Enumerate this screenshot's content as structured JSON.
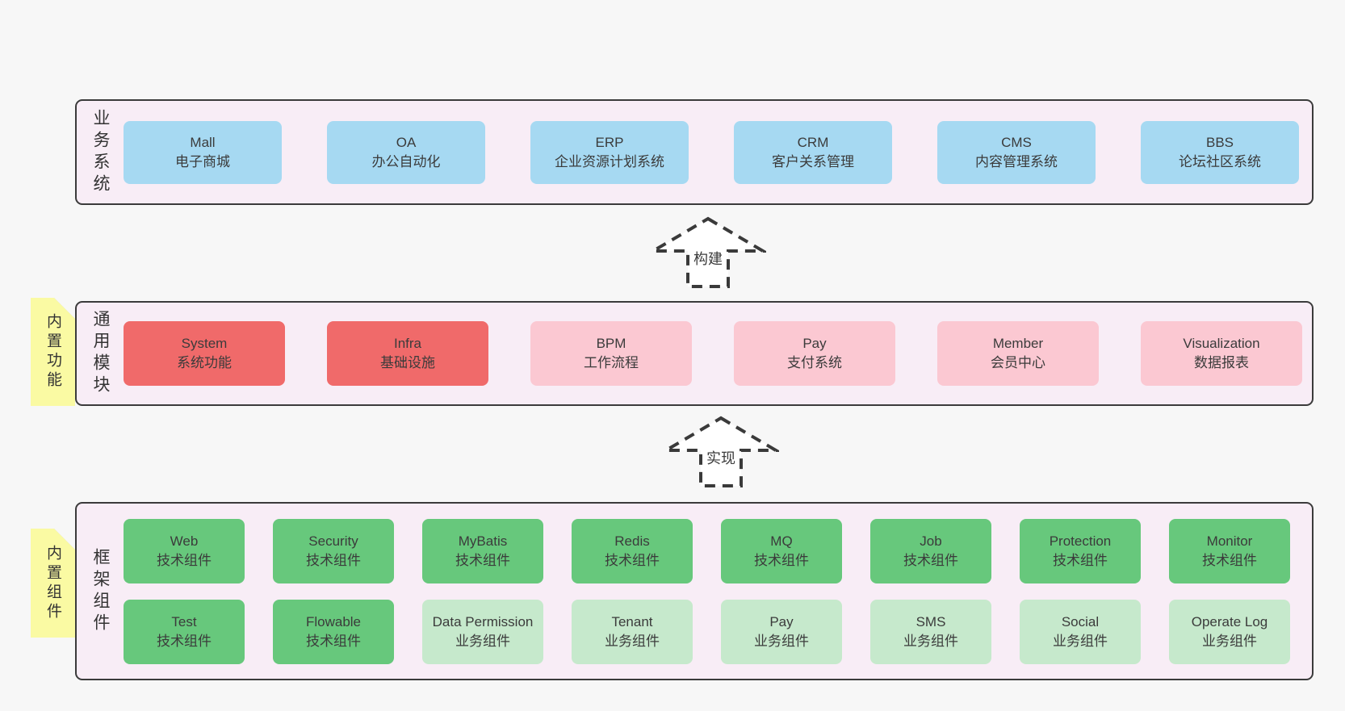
{
  "colors": {
    "page_background": "#f7f7f7",
    "panel_background": "#f8edf6",
    "panel_border": "#3b3b3b",
    "business_system_box": "#a6d9f2",
    "core_module_box": "#f06a6a",
    "optional_module_box": "#fbc8d2",
    "tech_component_box": "#67c87c",
    "biz_component_box": "#c6e9cc",
    "sticky_note": "#fafaa3",
    "note_fold": "#c9c9c9",
    "text": "#3b3b3b"
  },
  "arrows": [
    {
      "label": "构建"
    },
    {
      "label": "实现"
    }
  ],
  "sections": [
    {
      "label": "业务系统",
      "rows": [
        [
          {
            "title": "Mall",
            "subtitle": "电子商城",
            "variant": "blue"
          },
          {
            "title": "OA",
            "subtitle": "办公自动化",
            "variant": "blue"
          },
          {
            "title": "ERP",
            "subtitle": "企业资源计划系统",
            "variant": "blue"
          },
          {
            "title": "CRM",
            "subtitle": "客户关系管理",
            "variant": "blue"
          },
          {
            "title": "CMS",
            "subtitle": "内容管理系统",
            "variant": "blue"
          },
          {
            "title": "BBS",
            "subtitle": "论坛社区系统",
            "variant": "blue"
          }
        ]
      ]
    },
    {
      "label": "通用模块",
      "note": "内置功能",
      "rows": [
        [
          {
            "title": "System",
            "subtitle": "系统功能",
            "variant": "red"
          },
          {
            "title": "Infra",
            "subtitle": "基础设施",
            "variant": "red"
          },
          {
            "title": "BPM",
            "subtitle": "工作流程",
            "variant": "pink"
          },
          {
            "title": "Pay",
            "subtitle": "支付系统",
            "variant": "pink"
          },
          {
            "title": "Member",
            "subtitle": "会员中心",
            "variant": "pink"
          },
          {
            "title": "Visualization",
            "subtitle": "数据报表",
            "variant": "pink"
          }
        ]
      ]
    },
    {
      "label": "框架组件",
      "note": "内置组件",
      "rows": [
        [
          {
            "title": "Web",
            "subtitle": "技术组件",
            "variant": "green"
          },
          {
            "title": "Security",
            "subtitle": "技术组件",
            "variant": "green"
          },
          {
            "title": "MyBatis",
            "subtitle": "技术组件",
            "variant": "green"
          },
          {
            "title": "Redis",
            "subtitle": "技术组件",
            "variant": "green"
          },
          {
            "title": "MQ",
            "subtitle": "技术组件",
            "variant": "green"
          },
          {
            "title": "Job",
            "subtitle": "技术组件",
            "variant": "green"
          },
          {
            "title": "Protection",
            "subtitle": "技术组件",
            "variant": "green"
          },
          {
            "title": "Monitor",
            "subtitle": "技术组件",
            "variant": "green"
          }
        ],
        [
          {
            "title": "Test",
            "subtitle": "技术组件",
            "variant": "green"
          },
          {
            "title": "Flowable",
            "subtitle": "技术组件",
            "variant": "green"
          },
          {
            "title": "Data Permission",
            "subtitle": "业务组件",
            "variant": "lightgreen"
          },
          {
            "title": "Tenant",
            "subtitle": "业务组件",
            "variant": "lightgreen"
          },
          {
            "title": "Pay",
            "subtitle": "业务组件",
            "variant": "lightgreen"
          },
          {
            "title": "SMS",
            "subtitle": "业务组件",
            "variant": "lightgreen"
          },
          {
            "title": "Social",
            "subtitle": "业务组件",
            "variant": "lightgreen"
          },
          {
            "title": "Operate Log",
            "subtitle": "业务组件",
            "variant": "lightgreen"
          }
        ]
      ]
    }
  ]
}
